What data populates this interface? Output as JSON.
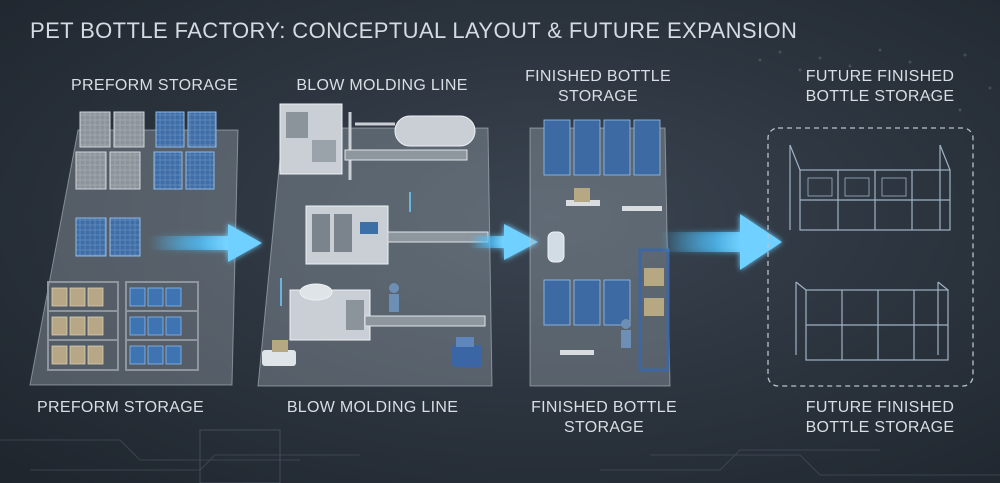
{
  "title": "PET BOTTLE FACTORY: CONCEPTUAL LAYOUT & FUTURE EXPANSION",
  "top_labels": {
    "preform_storage": "PREFORM STORAGE",
    "blow_molding_line": "BLOW MOLDING LINE",
    "finished_bottle_storage_1": "FINISHED BOTTLE",
    "finished_bottle_storage_2": "STORAGE",
    "future_storage_1": "FUTURE FINISHED",
    "future_storage_2": "BOTTLE STORAGE"
  },
  "bottom_labels": {
    "preform_storage": "PREFORM STORAGE",
    "blow_molding_line": "BLOW MOLDING LINE",
    "finished_bottle_storage_1": "FINISHED BOTTLE",
    "finished_bottle_storage_2": "STORAGE",
    "future_storage_1": "FUTURE FINISHED",
    "future_storage_2": "BOTTLE STORAGE"
  },
  "colors": {
    "panel": "#aeb8c2",
    "flow_arrow": "#4fc3ff",
    "text": "#d9dee4",
    "blueprint": "#9fb2c4"
  }
}
